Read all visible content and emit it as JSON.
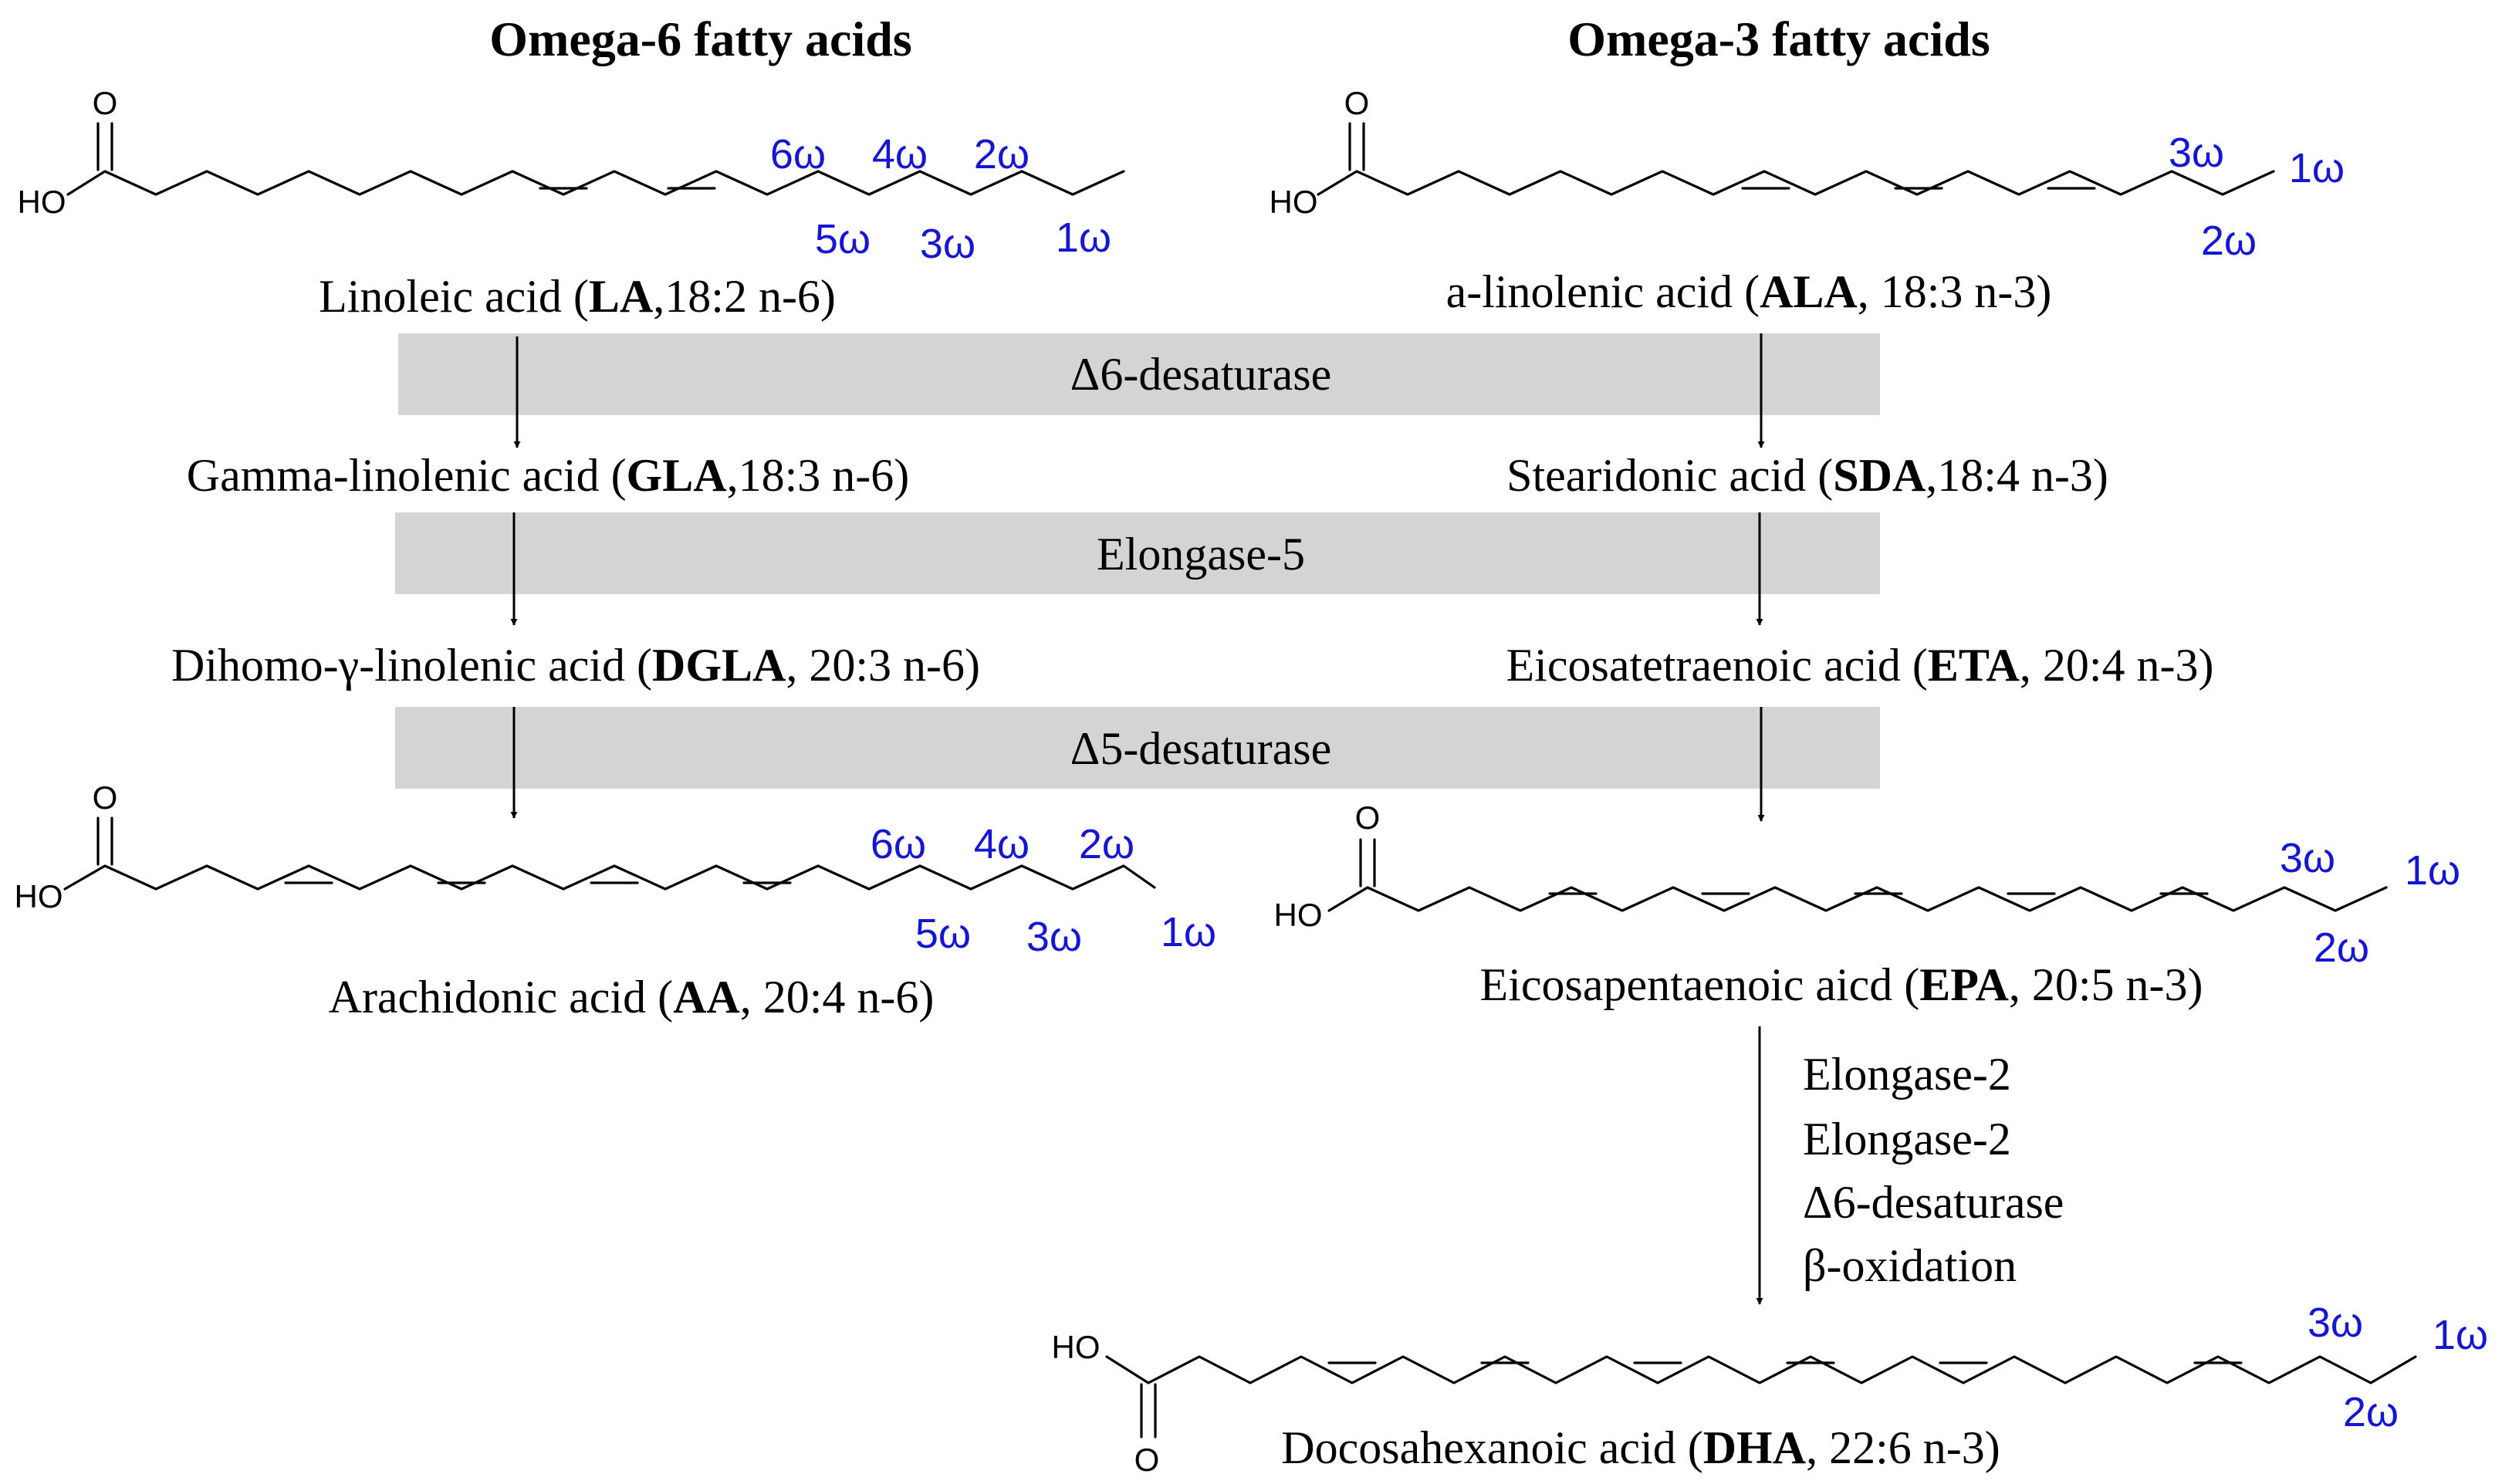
{
  "headers": {
    "omega6": "Omega-6 fatty acids",
    "omega3": "Omega-3 fatty acids"
  },
  "atoms": {
    "oxygen": "O",
    "hydroxyl": "HO"
  },
  "enzymes": {
    "step1": "Δ6-desaturase",
    "step2": "Elongase-5",
    "step3": "Δ5-desaturase"
  },
  "epa_to_dha_steps": [
    "Elongase-2",
    "Elongase-2",
    "Δ6-desaturase",
    "β-oxidation"
  ],
  "acids": {
    "la": {
      "pre": "Linoleic acid (",
      "abbr": "LA",
      "post": ",18:2 n-6)"
    },
    "gla": {
      "pre": "Gamma-linolenic acid (",
      "abbr": "GLA",
      "post": ",18:3 n-6)"
    },
    "dgla": {
      "pre": "Dihomo-γ-linolenic acid (",
      "abbr": "DGLA",
      "post": ", 20:3 n-6)"
    },
    "aa": {
      "pre": "Arachidonic acid (",
      "abbr": "AA",
      "post": ", 20:4 n-6)"
    },
    "ala": {
      "pre": "a-linolenic acid (",
      "abbr": "ALA",
      "post": ", 18:3 n-3)"
    },
    "sda": {
      "pre": "Stearidonic acid (",
      "abbr": "SDA",
      "post": ",18:4 n-3)"
    },
    "eta": {
      "pre": "Eicosatetraenoic acid (",
      "abbr": "ETA",
      "post": ", 20:4 n-3)"
    },
    "epa": {
      "pre": "Eicosapentaenoic aicd (",
      "abbr": "EPA",
      "post": ", 20:5 n-3)"
    },
    "dha": {
      "pre": "Docosahexanoic acid (",
      "abbr": "DHA",
      "post": ", 22:6 n-3)"
    }
  },
  "omega_labels": {
    "w1": "1ω",
    "w2": "2ω",
    "w3": "3ω",
    "w4": "4ω",
    "w5": "5ω",
    "w6": "6ω"
  },
  "colors": {
    "omega_label": "#1515d6",
    "enzyme_band": "#d4d4d4",
    "ink": "#000000"
  }
}
